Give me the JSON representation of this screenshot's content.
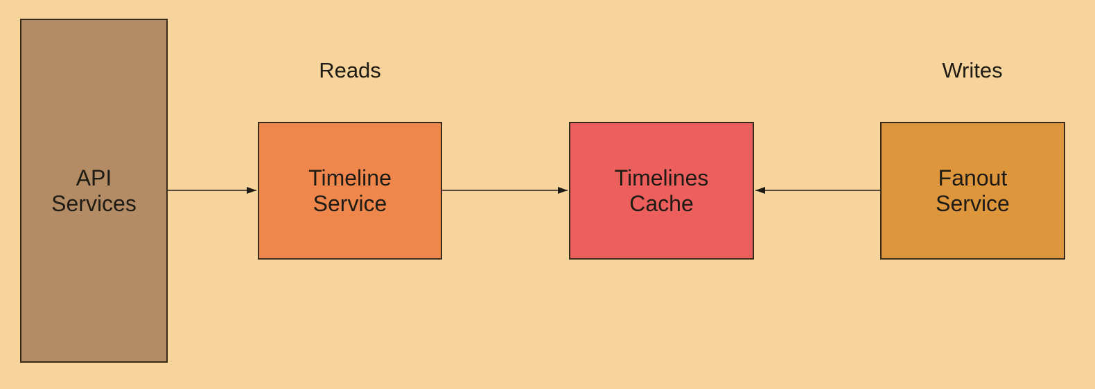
{
  "diagram": {
    "nodes": {
      "api": {
        "line1": "API",
        "line2": "Services",
        "color": "#b38c66"
      },
      "timeline": {
        "line1": "Timeline",
        "line2": "Service",
        "color": "#ef874d"
      },
      "cache": {
        "line1": "Timelines",
        "line2": "Cache",
        "color": "#ec5f5c"
      },
      "fanout": {
        "line1": "Fanout",
        "line2": "Service",
        "color": "#de963d"
      }
    },
    "labels": {
      "reads": "Reads",
      "writes": "Writes"
    },
    "edges": [
      {
        "from": "api",
        "to": "timeline"
      },
      {
        "from": "timeline",
        "to": "cache"
      },
      {
        "from": "fanout",
        "to": "cache"
      }
    ],
    "background": "#f8d49d"
  }
}
